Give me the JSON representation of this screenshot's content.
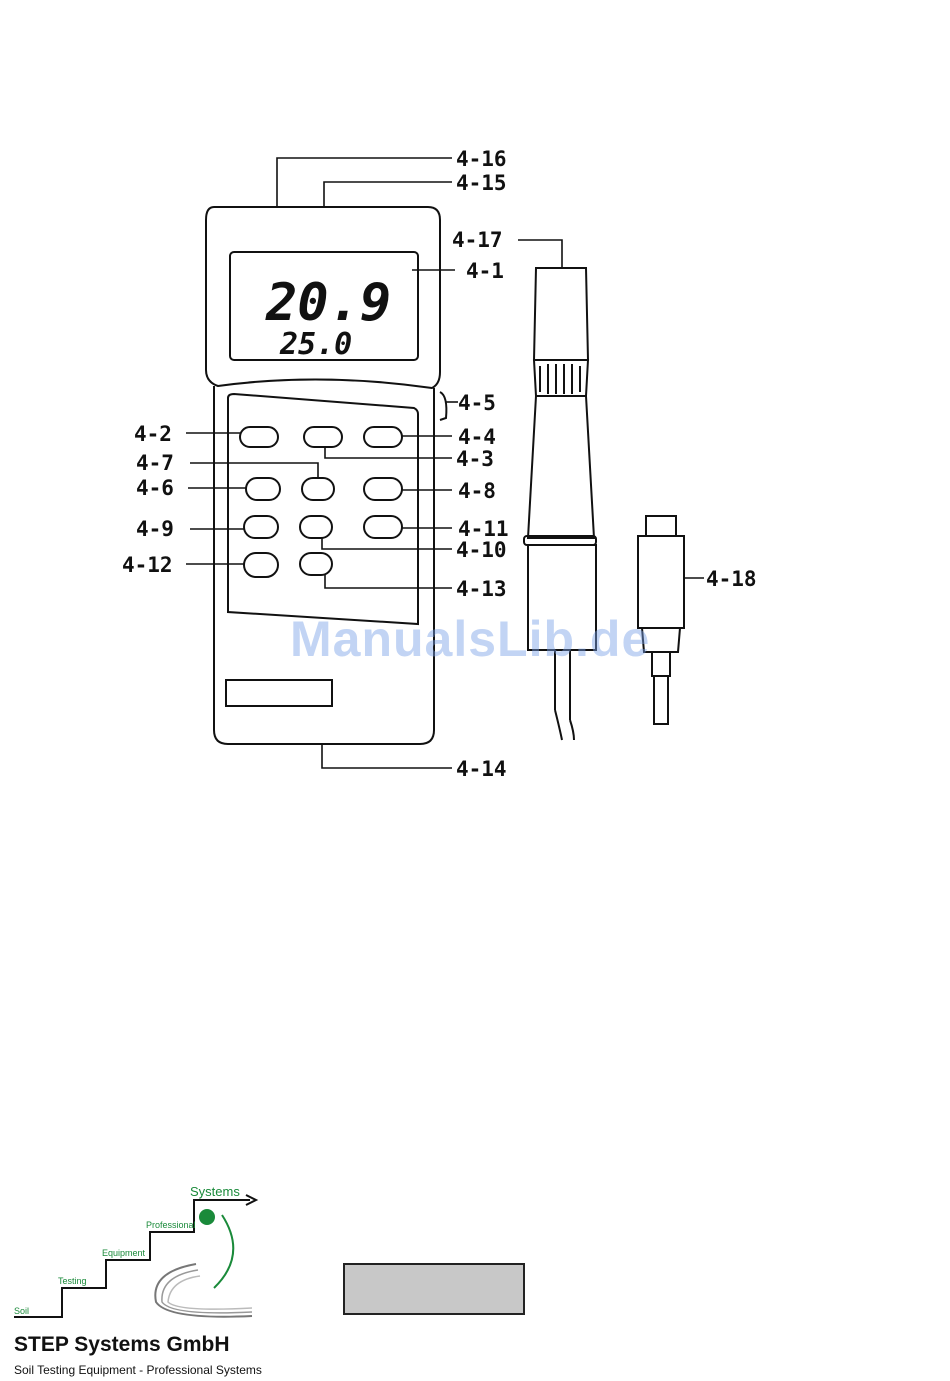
{
  "figure": {
    "display": {
      "primary": "20.9",
      "secondary": "25.0"
    },
    "callouts": {
      "c4_1": "4-1",
      "c4_2": "4-2",
      "c4_3": "4-3",
      "c4_4": "4-4",
      "c4_5": "4-5",
      "c4_6": "4-6",
      "c4_7": "4-7",
      "c4_8": "4-8",
      "c4_9": "4-9",
      "c4_10": "4-10",
      "c4_11": "4-11",
      "c4_12": "4-12",
      "c4_13": "4-13",
      "c4_14": "4-14",
      "c4_15": "4-15",
      "c4_16": "4-16",
      "c4_17": "4-17",
      "c4_18": "4-18"
    }
  },
  "watermark": "ManualsLib.de",
  "logo": {
    "step_words": [
      "Soil",
      "Testing",
      "Equipment",
      "Professional",
      "Systems"
    ],
    "company": "STEP Systems GmbH",
    "tagline": "Soil Testing Equipment - Professional Systems",
    "accent_color": "#1a8a3a"
  }
}
